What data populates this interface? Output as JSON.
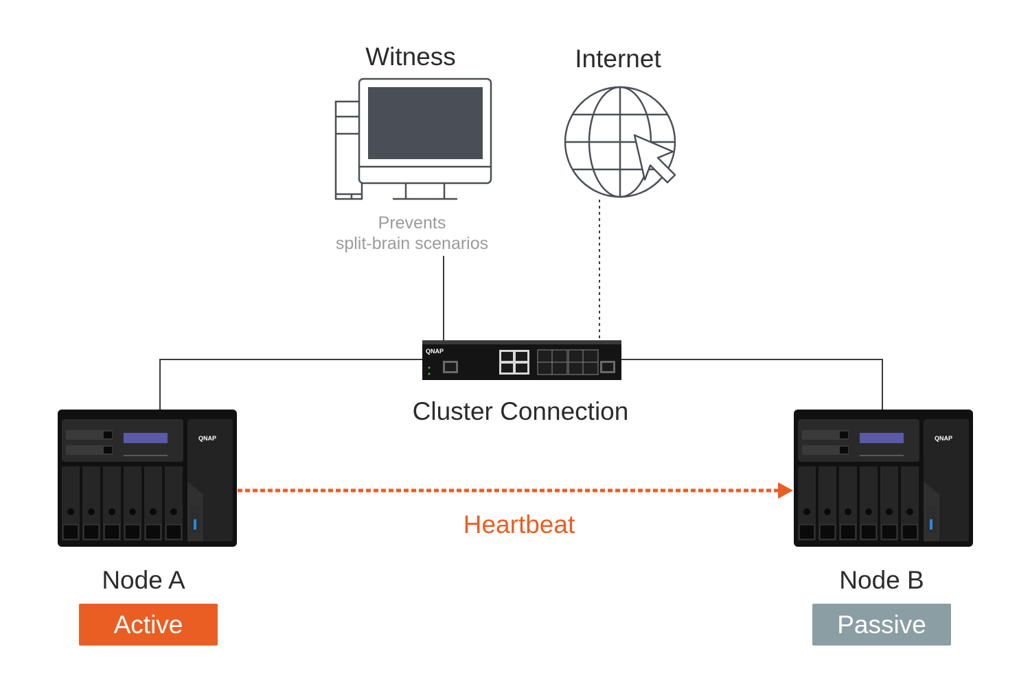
{
  "witness": {
    "label": "Witness",
    "note_line1": "Prevents",
    "note_line2": "split-brain scenarios"
  },
  "internet": {
    "label": "Internet"
  },
  "switch": {
    "brand": "QNAP",
    "caption": "Cluster Connection"
  },
  "heartbeat": {
    "label": "Heartbeat"
  },
  "node_a": {
    "name": "Node A",
    "brand": "QNAP",
    "status": "Active",
    "status_color": "#ea5e24"
  },
  "node_b": {
    "name": "Node B",
    "brand": "QNAP",
    "status": "Passive",
    "status_color": "#8a9ea4"
  },
  "colors": {
    "line": "#3a3a3a",
    "heartbeat": "#ea5e24",
    "icon_stroke": "#4a4f57",
    "screen": "#4a4f57",
    "nas_body": "#111111",
    "lcd": "#5a5aa8"
  }
}
